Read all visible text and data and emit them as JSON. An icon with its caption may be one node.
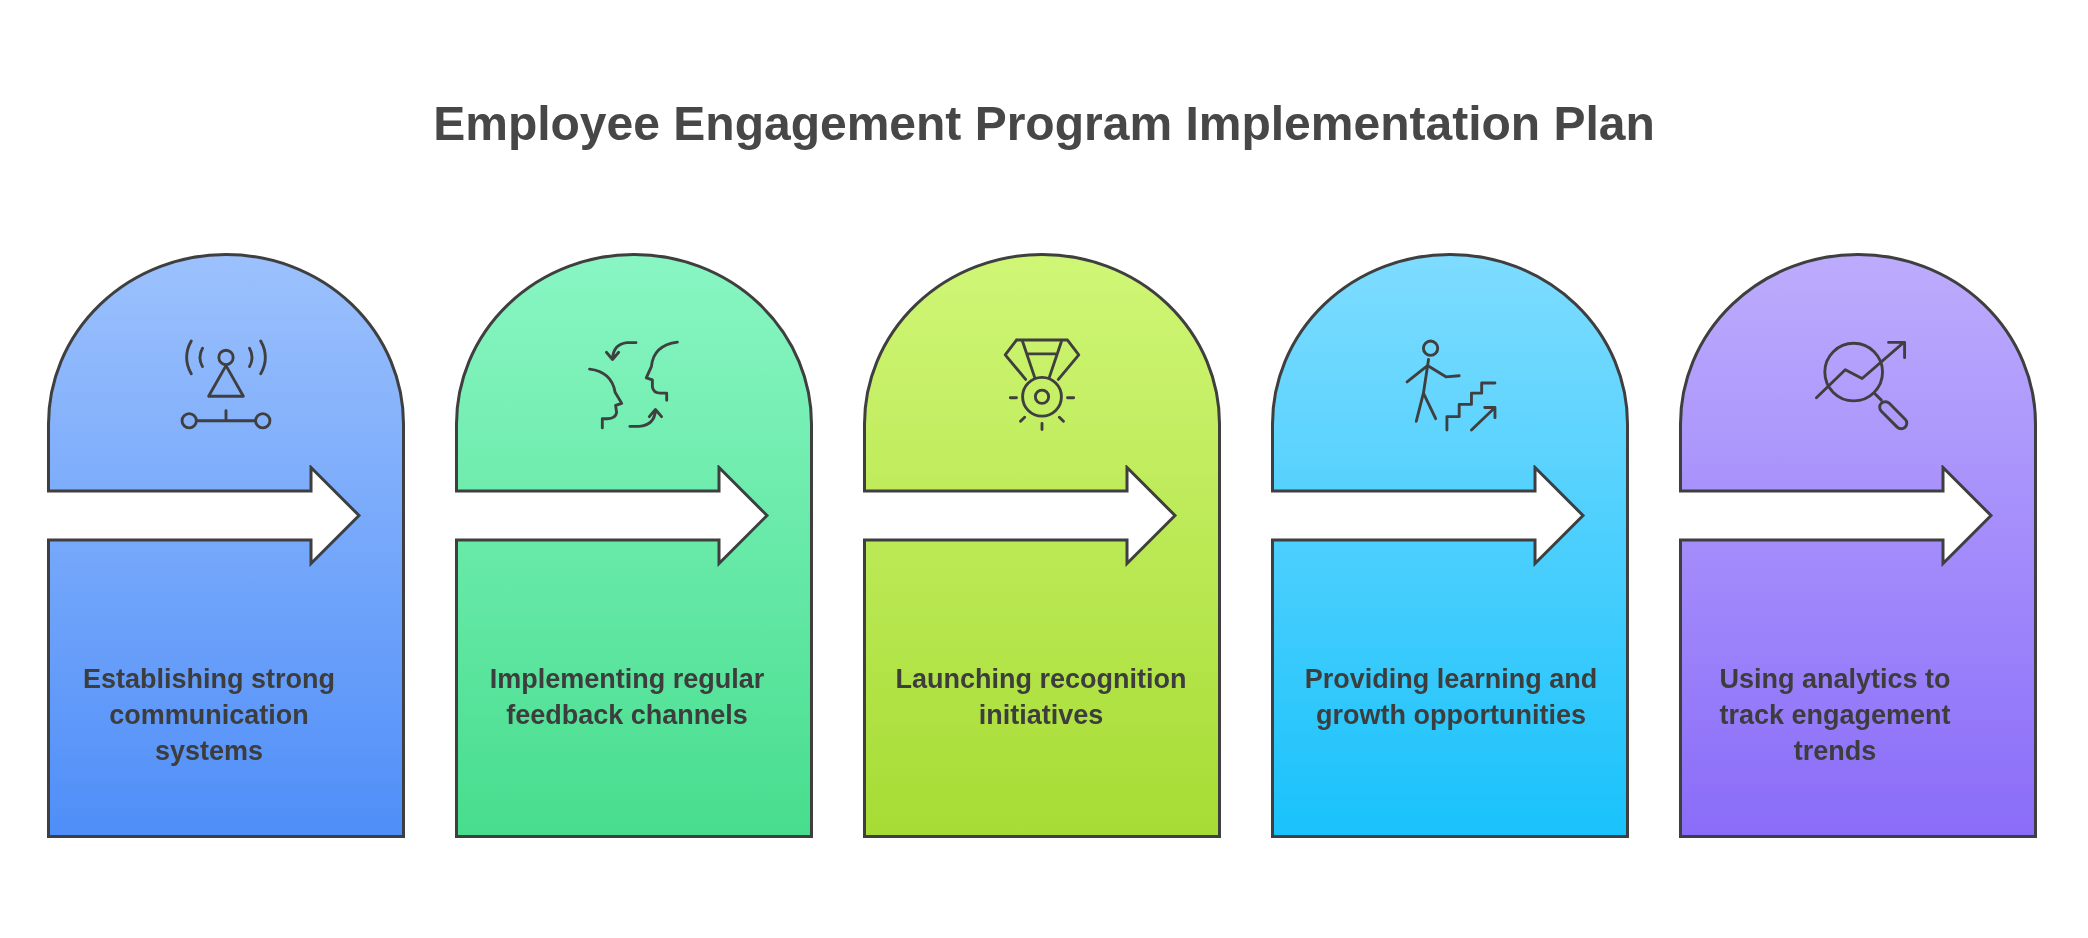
{
  "diagram": {
    "title": "Employee Engagement Program Implementation Plan",
    "nodes": [
      {
        "text": [
          "Establishing strong communication systems"
        ]
      },
      {
        "text": [
          "Implementing regular feedback channels"
        ]
      },
      {
        "text": [
          "Launching recognition initiatives"
        ]
      },
      {
        "text": [
          "Providing learning and growth opportunities"
        ]
      },
      {
        "text": [
          "Using analytics to track engagement trends"
        ]
      }
    ]
  }
}
